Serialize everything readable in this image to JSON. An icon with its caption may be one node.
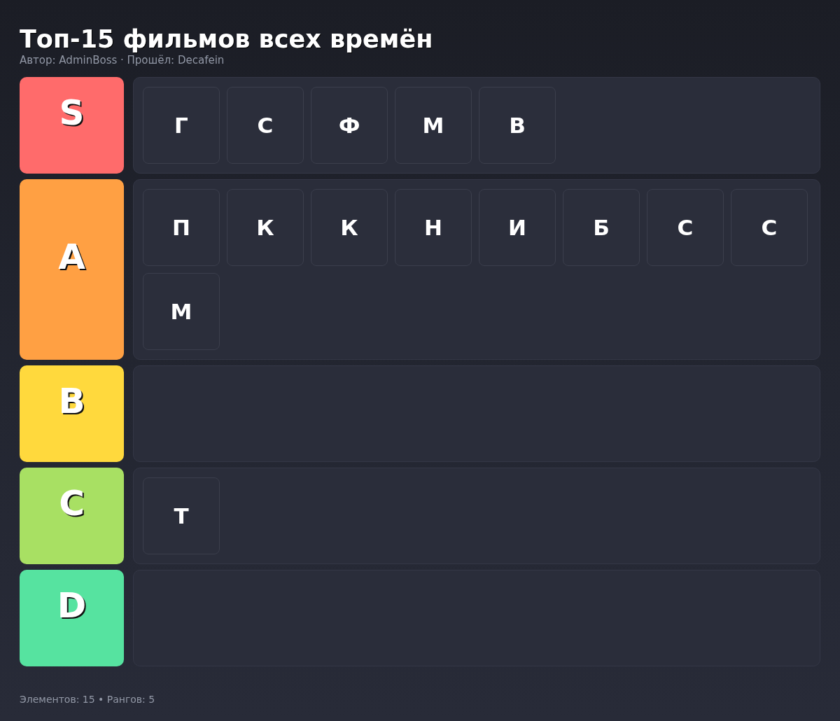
{
  "diagram": {
    "title": "Топ-15 фильмов всех времён",
    "nodes": [
      {
        "text": [
          "S"
        ]
      },
      {
        "text": [],
        "shape": "box"
      },
      {
        "text": [
          "Г"
        ],
        "in": 1
      },
      {
        "text": [
          "С"
        ],
        "in": 1
      },
      {
        "text": [
          "Ф"
        ],
        "in": 1
      },
      {
        "text": [
          "М"
        ],
        "in": 1
      },
      {
        "text": [
          "В"
        ],
        "in": 1
      },
      {
        "text": [
          "A"
        ]
      },
      {
        "text": [],
        "shape": "box"
      },
      {
        "text": [
          "П"
        ],
        "in": 8
      },
      {
        "text": [
          "К"
        ],
        "in": 8
      },
      {
        "text": [
          "К"
        ],
        "in": 8
      },
      {
        "text": [
          "Н"
        ],
        "in": 8
      },
      {
        "text": [
          "И"
        ],
        "in": 8
      },
      {
        "text": [
          "Б"
        ],
        "in": 8
      },
      {
        "text": [
          "С"
        ],
        "in": 8
      },
      {
        "text": [
          "С"
        ],
        "in": 8
      },
      {
        "text": [
          "М"
        ],
        "in": 8
      },
      {
        "text": [
          "B"
        ]
      },
      {
        "text": [],
        "shape": "box"
      },
      {
        "text": [
          "C"
        ]
      },
      {
        "text": [],
        "shape": "box"
      },
      {
        "text": [
          "Т"
        ],
        "in": 21
      },
      {
        "text": [
          "D"
        ]
      },
      {
        "text": [],
        "shape": "box"
      }
    ],
    "labels": [
      "Автор: AdminBoss · Прошёл: Decafein",
      "Элементов: 15 • Рангов: 5"
    ]
  }
}
